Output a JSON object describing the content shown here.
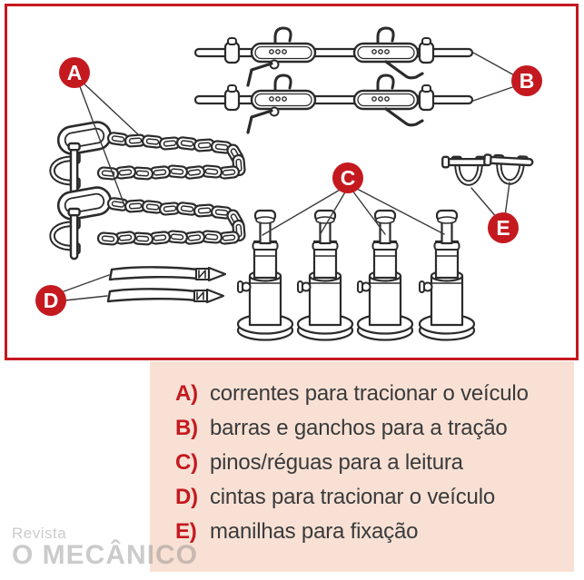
{
  "diagram": {
    "badges": [
      {
        "letter": "A"
      },
      {
        "letter": "B"
      },
      {
        "letter": "C"
      },
      {
        "letter": "D"
      },
      {
        "letter": "E"
      }
    ],
    "illustrations": [
      "chains-illustration",
      "traction-bars-illustration",
      "measuring-pins-illustration",
      "straps-illustration",
      "shackles-illustration"
    ]
  },
  "legend": {
    "items": [
      {
        "key": "A)",
        "text": "correntes para tracionar o veículo"
      },
      {
        "key": "B)",
        "text": "barras e ganchos para a tração"
      },
      {
        "key": "C)",
        "text": "pinos/réguas para a leitura"
      },
      {
        "key": "D)",
        "text": "cintas para tracionar o veículo"
      },
      {
        "key": "E)",
        "text": "manilhas para fixação"
      }
    ]
  },
  "watermark": {
    "line1": "Revista",
    "line2": "O MECÂNICO"
  },
  "colors": {
    "accent_red": "#c4191f",
    "legend_bg": "#f8e1d4",
    "text_dark": "#3a3a3c",
    "line_art": "#2b2b2b",
    "watermark_gray": "#d6d6d6"
  }
}
